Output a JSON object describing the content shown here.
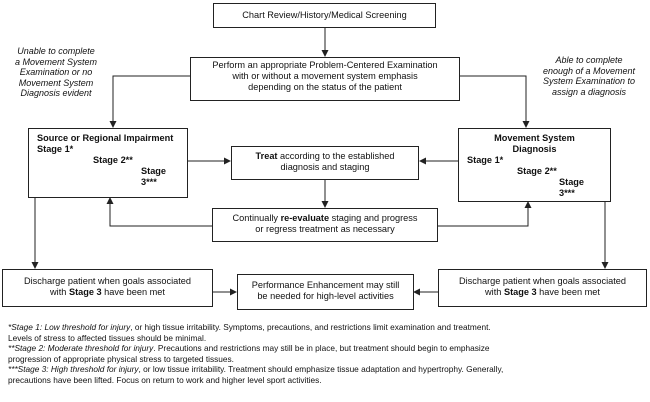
{
  "nodes": {
    "chart_review": "Chart Review/History/Medical Screening",
    "exam_l1": "Perform an appropriate Problem-Centered Examination",
    "exam_l2": "with or without a movement system emphasis",
    "exam_l3": "depending on the status of the patient",
    "source_title": "Source or Regional Impairment",
    "source_s1": "Stage 1*",
    "source_s2": "Stage 2**",
    "source_s3": "Stage 3***",
    "msd_title_l1": "Movement System",
    "msd_title_l2": "Diagnosis",
    "msd_s1": "Stage 1*",
    "msd_s2": "Stage 2**",
    "msd_s3": "Stage 3***",
    "treat_bold": "Treat",
    "treat_rest": " according to the established",
    "treat_l2": "diagnosis and staging",
    "reeval_pre": "Continually ",
    "reeval_bold": "re-evaluate",
    "reeval_post": " staging and progress",
    "reeval_l2": "or regress treatment as necessary",
    "discharge_l1": "Discharge patient when goals associated",
    "discharge_pre": "with ",
    "discharge_bold": "Stage 3",
    "discharge_post": " have been met",
    "perf_l1": "Performance Enhancement may still",
    "perf_l2": "be needed for high-level activities"
  },
  "side_notes": {
    "left": [
      "Unable to complete",
      "a Movement System",
      "Examination or no",
      "Movement System",
      "Diagnosis evident"
    ],
    "right": [
      "Able to complete",
      "enough of a Movement",
      "System Examination to",
      "assign a diagnosis"
    ]
  },
  "footnotes": {
    "f1_label": "*Stage 1: ",
    "f1_italic": "Low threshold for injury",
    "f1_text": ", or high tissue irritability. Symptoms, precautions, and restrictions limit examination and treatment.",
    "f1_l2": "Levels of stress to affected tissues should be minimal.",
    "f2_label": "**Stage 2: ",
    "f2_italic": "Moderate threshold for injury",
    "f2_text": ". Precautions and restrictions may still be in place, but treatment should begin to emphasize",
    "f2_l2": "progression of appropriate physical stress to targeted tissues.",
    "f3_label": "***Stage 3: ",
    "f3_italic": "High threshold for injury",
    "f3_text": ", or low tissue irritability. Treatment should emphasize tissue adaptation and hypertrophy. Generally,",
    "f3_l2": "precautions have been lifted. Focus on return to work and higher level sport activities."
  }
}
